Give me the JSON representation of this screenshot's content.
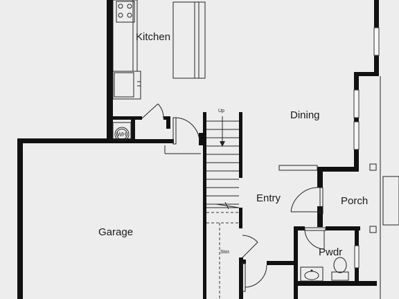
{
  "rooms": {
    "kitchen": "Kitchen",
    "dining": "Dining",
    "entry": "Entry",
    "porch": "Porch",
    "garage": "Garage",
    "powder": "Pwdr",
    "storage": "Stor.",
    "water_heater": "WH"
  },
  "stairs": {
    "direction_label": "Up"
  }
}
